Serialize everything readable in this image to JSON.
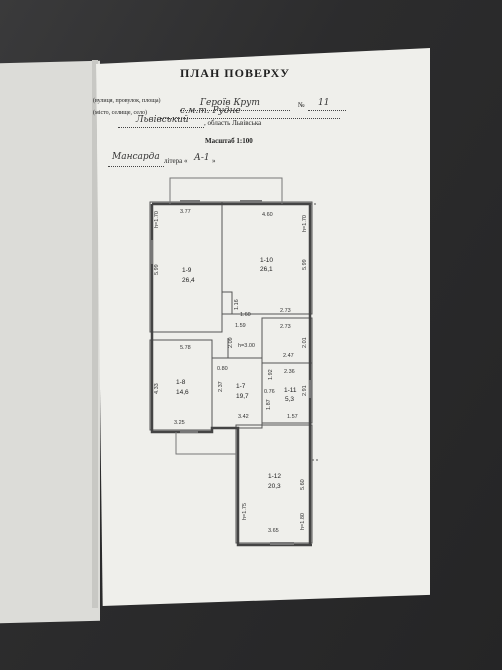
{
  "document": {
    "title": "ПЛАН ПОВЕРХУ",
    "street_label": "(вулиця, провулок, площа)",
    "street_value": "Героїв Крут",
    "number_prefix": "№",
    "number_value": "11",
    "settlement_label": "(місто, селище, село)",
    "settlement_value": "с.м.т. Рудне",
    "district_value": "Львівський",
    "region_text": ", область Львівська",
    "scale": "Масштаб 1:100",
    "floor_value": "Мансарда",
    "litera_label": "літера «",
    "litera_value": "А-1",
    "litera_close": "»"
  },
  "rooms": [
    {
      "id": "1-9",
      "area": "26,4"
    },
    {
      "id": "1-10",
      "area": "26,1"
    },
    {
      "id": "1-8",
      "area": "14,6"
    },
    {
      "id": "1-7",
      "area": "19,7"
    },
    {
      "id": "1-11",
      "area": "5,3"
    },
    {
      "id": "1-12",
      "area": "20,3"
    }
  ],
  "dimensions": {
    "d1": "3.77",
    "d2": "4.60",
    "d3": "5.99",
    "d4": "5.99",
    "d5": "h=1.70",
    "d6": "h=1.70",
    "d7": "1.16",
    "d8": "1.60",
    "d9": "2.73",
    "d10": "1.59",
    "d11": "2.73",
    "d12": "h=3.00",
    "d13": "2.01",
    "d14": "2.47",
    "d15": "5.78",
    "d16": "2.09",
    "d17": "0.80",
    "d18": "2.36",
    "d19": "1.92",
    "d20": "0.76",
    "d21": "2.91",
    "d22": "4.33",
    "d23": "2.37",
    "d24": "1.87",
    "d25": "3.42",
    "d26": "1.57",
    "d27": "3.25",
    "d28": "5.60",
    "d29": "h=1.75",
    "d30": "h=1.80",
    "d31": "3.65"
  }
}
